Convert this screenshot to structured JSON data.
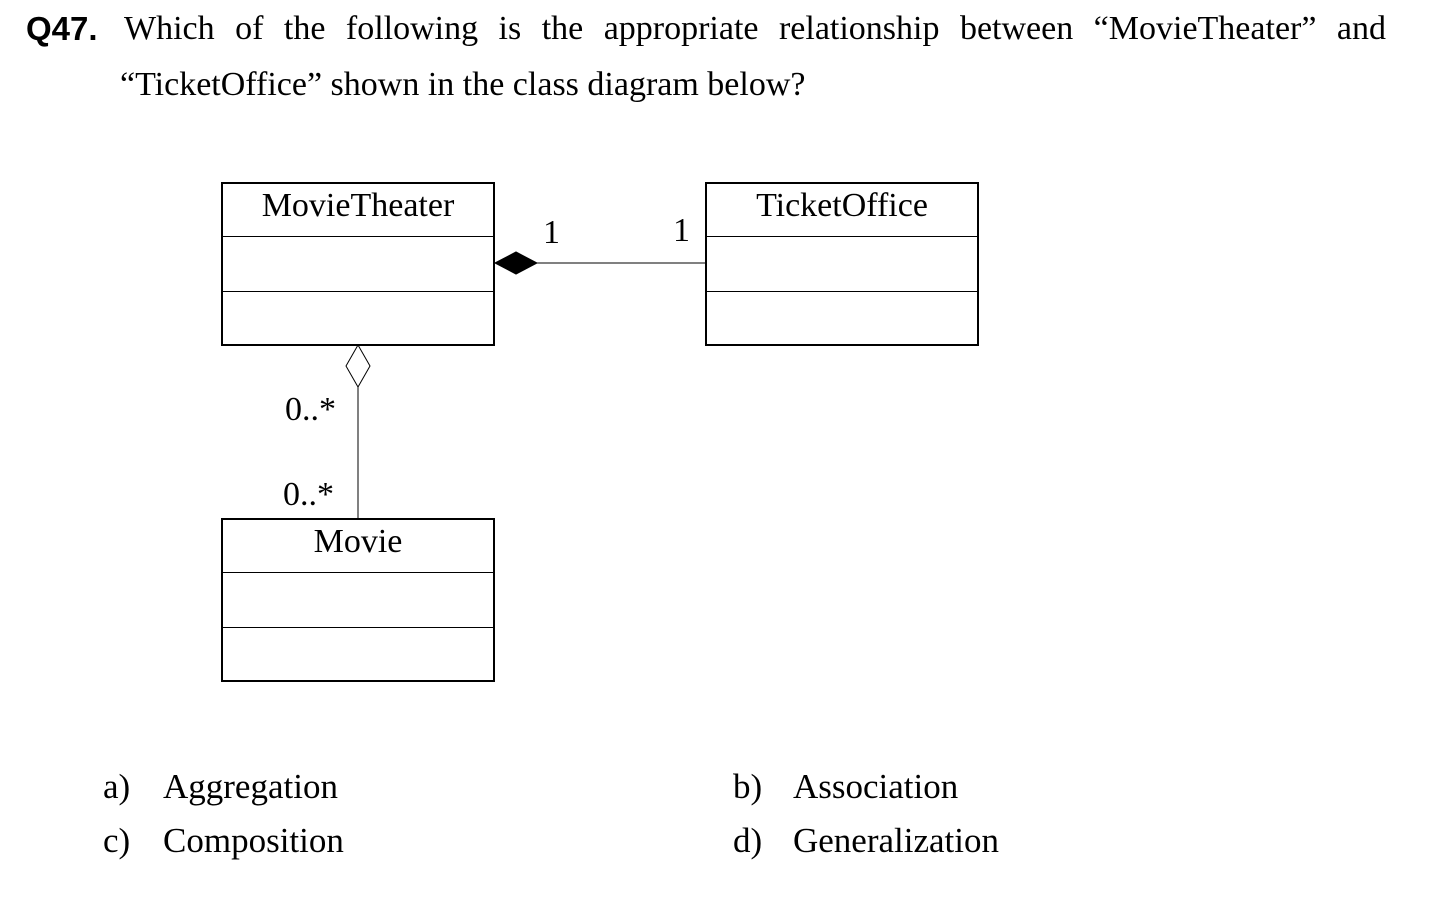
{
  "question": {
    "number": "Q47.",
    "line1": "Which of the following is the appropriate relationship between “MovieTheater” and",
    "line2": "“TicketOffice” shown in the class diagram below?"
  },
  "diagram": {
    "classes": {
      "movie_theater": "MovieTheater",
      "ticket_office": "TicketOffice",
      "movie": "Movie"
    },
    "relationships": [
      {
        "from": "MovieTheater",
        "to": "TicketOffice",
        "kind": "composition",
        "diamond_at": "MovieTheater",
        "mult_from": "1",
        "mult_to": "1"
      },
      {
        "from": "MovieTheater",
        "to": "Movie",
        "kind": "aggregation",
        "diamond_at": "MovieTheater",
        "mult_from": "0..*",
        "mult_to": "0..*"
      }
    ]
  },
  "options": [
    {
      "key": "a)",
      "text": "Aggregation"
    },
    {
      "key": "b)",
      "text": "Association"
    },
    {
      "key": "c)",
      "text": "Composition"
    },
    {
      "key": "d)",
      "text": "Generalization"
    }
  ]
}
